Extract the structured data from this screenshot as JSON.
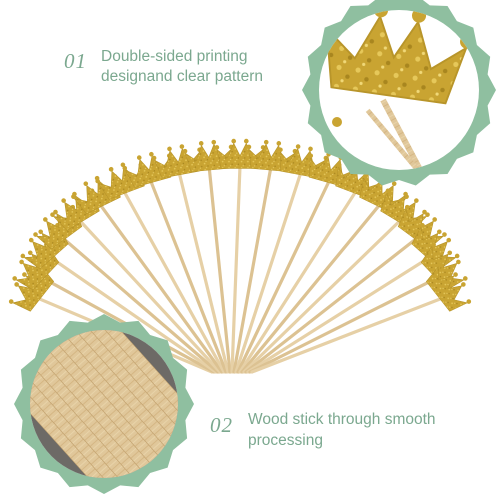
{
  "features": [
    {
      "number": "01",
      "line1": "Double-sided printing",
      "line2": "designand clear pattern"
    },
    {
      "number": "02",
      "line1": "Wood stick through smooth",
      "line2": "processing"
    }
  ],
  "colors": {
    "accent_green": "#7ba88f",
    "badge_green": "#8fbfa0",
    "gold": "#c9a432",
    "gold_dark": "#a8861f",
    "wood": "#e0c79a",
    "wood_dark": "#c6a673"
  }
}
